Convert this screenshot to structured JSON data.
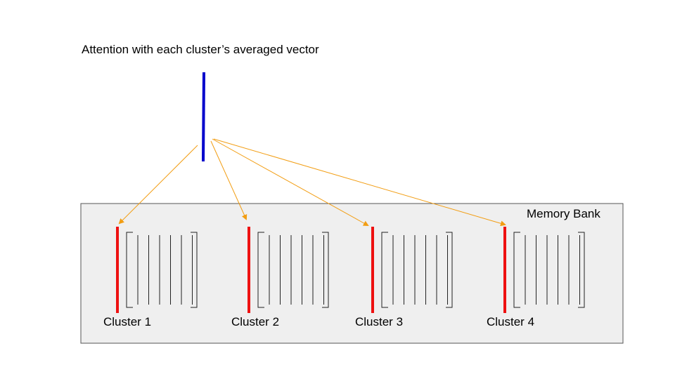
{
  "title": "Attention with each cluster’s averaged vector",
  "memory_bank": {
    "label": "Memory Bank",
    "fill": "#efefef",
    "border": "#555555"
  },
  "query_vector": {
    "color": "#0000cc"
  },
  "arrow_color": "#f29d12",
  "cluster_vector_color": "#ee1111",
  "clusters": [
    {
      "label": "Cluster 1"
    },
    {
      "label": "Cluster 2"
    },
    {
      "label": "Cluster 3"
    },
    {
      "label": "Cluster 4"
    }
  ]
}
